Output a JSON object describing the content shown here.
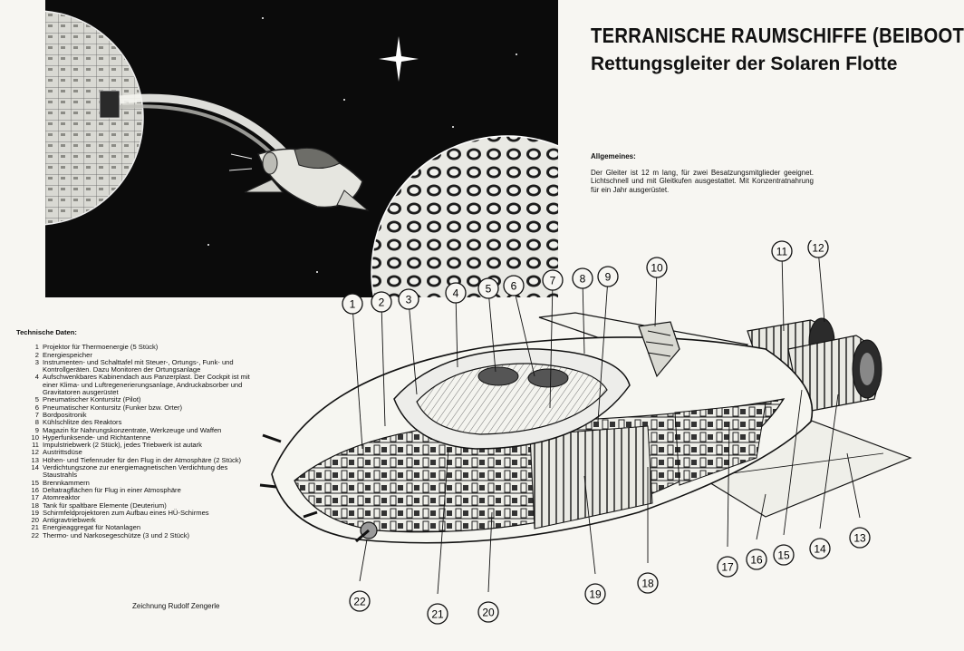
{
  "title": {
    "line1": "TERRANISCHE RAUMSCHIFFE (BEIBOOTE)",
    "line2": "Rettungsgleiter der Solaren Flotte"
  },
  "general": {
    "heading": "Allgemeines:",
    "text": "Der Gleiter ist 12 m lang, für zwei Besatzungsmitglieder geeignet. Lichtschnell und mit Gleitkufen ausgestattet. Mit Konzentratnahrung für ein Jahr ausgerüstet."
  },
  "technical": {
    "heading": "Technische Daten:",
    "items": [
      {
        "n": "1",
        "text": "Projektor für Thermoenergie (5 Stück)"
      },
      {
        "n": "2",
        "text": "Energiespeicher"
      },
      {
        "n": "3",
        "text": "Instrumenten- und Schalttafel mit Steuer-, Ortungs-, Funk- und Kontrollgeräten. Dazu Monitoren der Ortungsanlage"
      },
      {
        "n": "4",
        "text": "Aufschwenkbares Kabinendach aus Panzerplast. Der Cockpit ist mit einer Klima- und Luftregenerierungsanlage, Andruckabsorber und Gravitatoren ausgerüstet"
      },
      {
        "n": "5",
        "text": "Pneumatischer Kontursitz (Pilot)"
      },
      {
        "n": "6",
        "text": "Pneumatischer Kontursitz (Funker bzw. Orter)"
      },
      {
        "n": "7",
        "text": "Bordpositronik"
      },
      {
        "n": "8",
        "text": "Kühlschlitze des Reaktors"
      },
      {
        "n": "9",
        "text": "Magazin für Nahrungskonzentrate, Werkzeuge und Waffen"
      },
      {
        "n": "10",
        "text": "Hyperfunksende- und Richtantenne"
      },
      {
        "n": "11",
        "text": "Impulstriebwerk (2 Stück), jedes Triebwerk ist autark"
      },
      {
        "n": "12",
        "text": "Austrittsdüse"
      },
      {
        "n": "13",
        "text": "Höhen- und Tiefenruder für den Flug in der Atmosphäre (2 Stück)"
      },
      {
        "n": "14",
        "text": "Verdichtungszone zur energiemagnetischen Verdichtung des Staustrahls"
      },
      {
        "n": "15",
        "text": "Brennkammern"
      },
      {
        "n": "16",
        "text": "Deltatragflächen für Flug in einer Atmosphäre"
      },
      {
        "n": "17",
        "text": "Atomreaktor"
      },
      {
        "n": "18",
        "text": "Tank für spaltbare Elemente (Deuterium)"
      },
      {
        "n": "19",
        "text": "Schirmfeldprojektoren zum Aufbau eines HÜ-Schirmes"
      },
      {
        "n": "20",
        "text": "Antigravtriebwerk"
      },
      {
        "n": "21",
        "text": "Energieaggregat für Notanlagen"
      },
      {
        "n": "22",
        "text": "Thermo- und Narkosegeschütze (3 und 2 Stück)"
      }
    ]
  },
  "credit": "Zeichnung Rudolf Zengerle",
  "callouts": [
    "1",
    "2",
    "3",
    "4",
    "5",
    "6",
    "7",
    "8",
    "9",
    "10",
    "11",
    "12",
    "13",
    "14",
    "15",
    "16",
    "17",
    "18",
    "19",
    "20",
    "21",
    "22"
  ]
}
